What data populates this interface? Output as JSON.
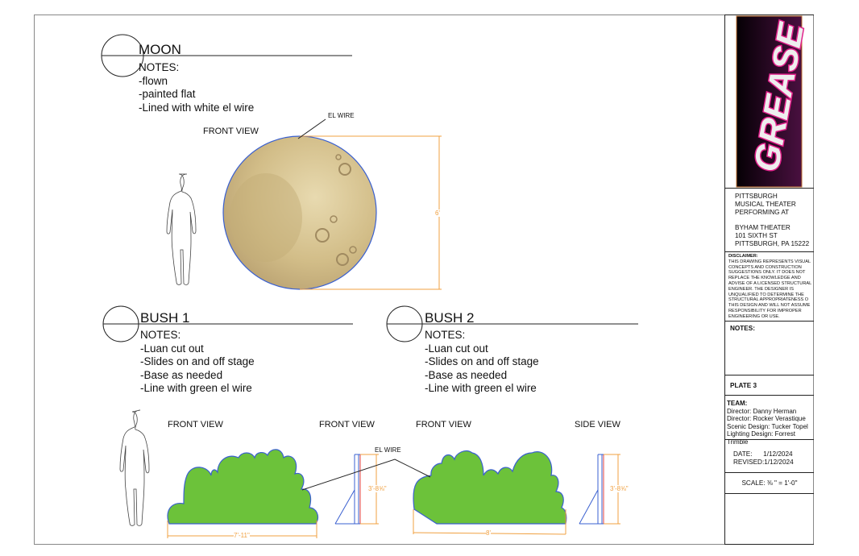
{
  "moon": {
    "title": "MOON",
    "notes_heading": "NOTES:",
    "notes": [
      "-flown",
      "-painted flat",
      "-Lined with white el wire"
    ],
    "front_view_label": "FRONT VIEW",
    "el_wire_label": "EL WIRE",
    "height_dim": "6'"
  },
  "bush1": {
    "title": "BUSH 1",
    "notes_heading": "NOTES:",
    "notes": [
      "-Luan cut out",
      "-Slides on and off stage",
      "-Base as needed",
      "-Line with green el wire"
    ],
    "front_view_label": "FRONT VIEW",
    "side_view_label": "FRONT VIEW",
    "width_dim": "7'-11\"",
    "height_dim": "3'-8⅝\""
  },
  "bush2": {
    "title": "BUSH 2",
    "notes_heading": "NOTES:",
    "notes": [
      "-Luan cut out",
      "-Slides on and off stage",
      "-Base as needed",
      "-Line with green el wire"
    ],
    "front_view_label": "FRONT VIEW",
    "side_view_label": "SIDE VIEW",
    "width_dim": "8'",
    "height_dim": "3'-8⅝\""
  },
  "el_wire_label": "EL WIRE",
  "title_block": {
    "logo_text": "GREASE",
    "company": [
      "PITTSBURGH",
      "MUSICAL THEATER",
      "PERFORMING AT"
    ],
    "venue": [
      "BYHAM THEATER",
      "101 SIXTH ST",
      "PITTSBURGH, PA 15222"
    ],
    "disclaimer_heading": "DISCLAIMER:",
    "disclaimer": "THIS DRAWING REPRESENTS VISUAL CONCEPTS AND CONSTRUCTION SUGGESTIONS ONLY. IT DOES NOT REPLACE THE KNOWLEDGE AND ADVISE OF A LICENSED STRUCTURAL ENGINEER. THE DESIGNER IS UNQUALIFIED TO DETERMINE THE STRUCTURAL APPROPRIATENESS O THIS DESIGN AND WILL NOT ASSUME RESPONSIBILITY FOR IMPROPER ENGINEERING OR USE.",
    "notes_heading": "NOTES:",
    "plate": "PLATE 3",
    "team_heading": "TEAM:",
    "team": [
      "Director: Danny Herman",
      "Director: Rocker Verastique",
      "Scenic Design: Tucker Topel",
      "Lighting Design: Forrest Trimble"
    ],
    "date": "DATE:      1/12/2024",
    "revised": "REVISED:1/12/2024",
    "scale": "SCALE: ⅜ \" = 1'-0\""
  },
  "colors": {
    "dimension": "#f0a040",
    "outline": "#3a60d0",
    "bush": "#6cc23a",
    "moon": "#d8c490",
    "logo_pink": "#e0208a"
  }
}
